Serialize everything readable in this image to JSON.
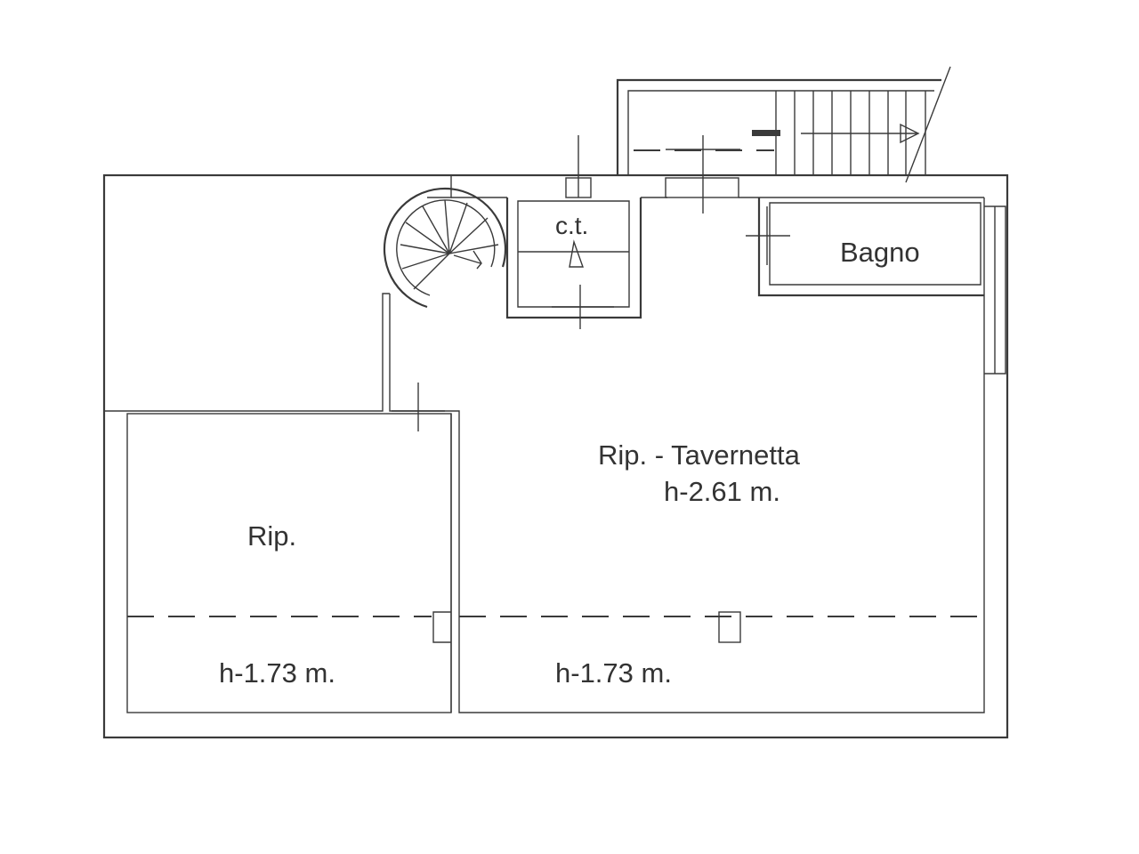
{
  "rooms": {
    "bathroom": "Bagno",
    "boiler_room": "c.t.",
    "storage_left": "Rip.",
    "tavern": "Rip. - Tavernetta"
  },
  "heights": {
    "tavern": "h-2.61 m.",
    "storage_left_low": "h-1.73 m.",
    "tavern_low": "h-1.73 m."
  },
  "icons": {
    "stair": "spiral-stair-icon",
    "straight_stair": "straight-stair-icon",
    "arrow": "stair-arrow-icon"
  },
  "colors": {
    "line": "#3a3a3a",
    "text": "#333333",
    "background": "#ffffff"
  }
}
